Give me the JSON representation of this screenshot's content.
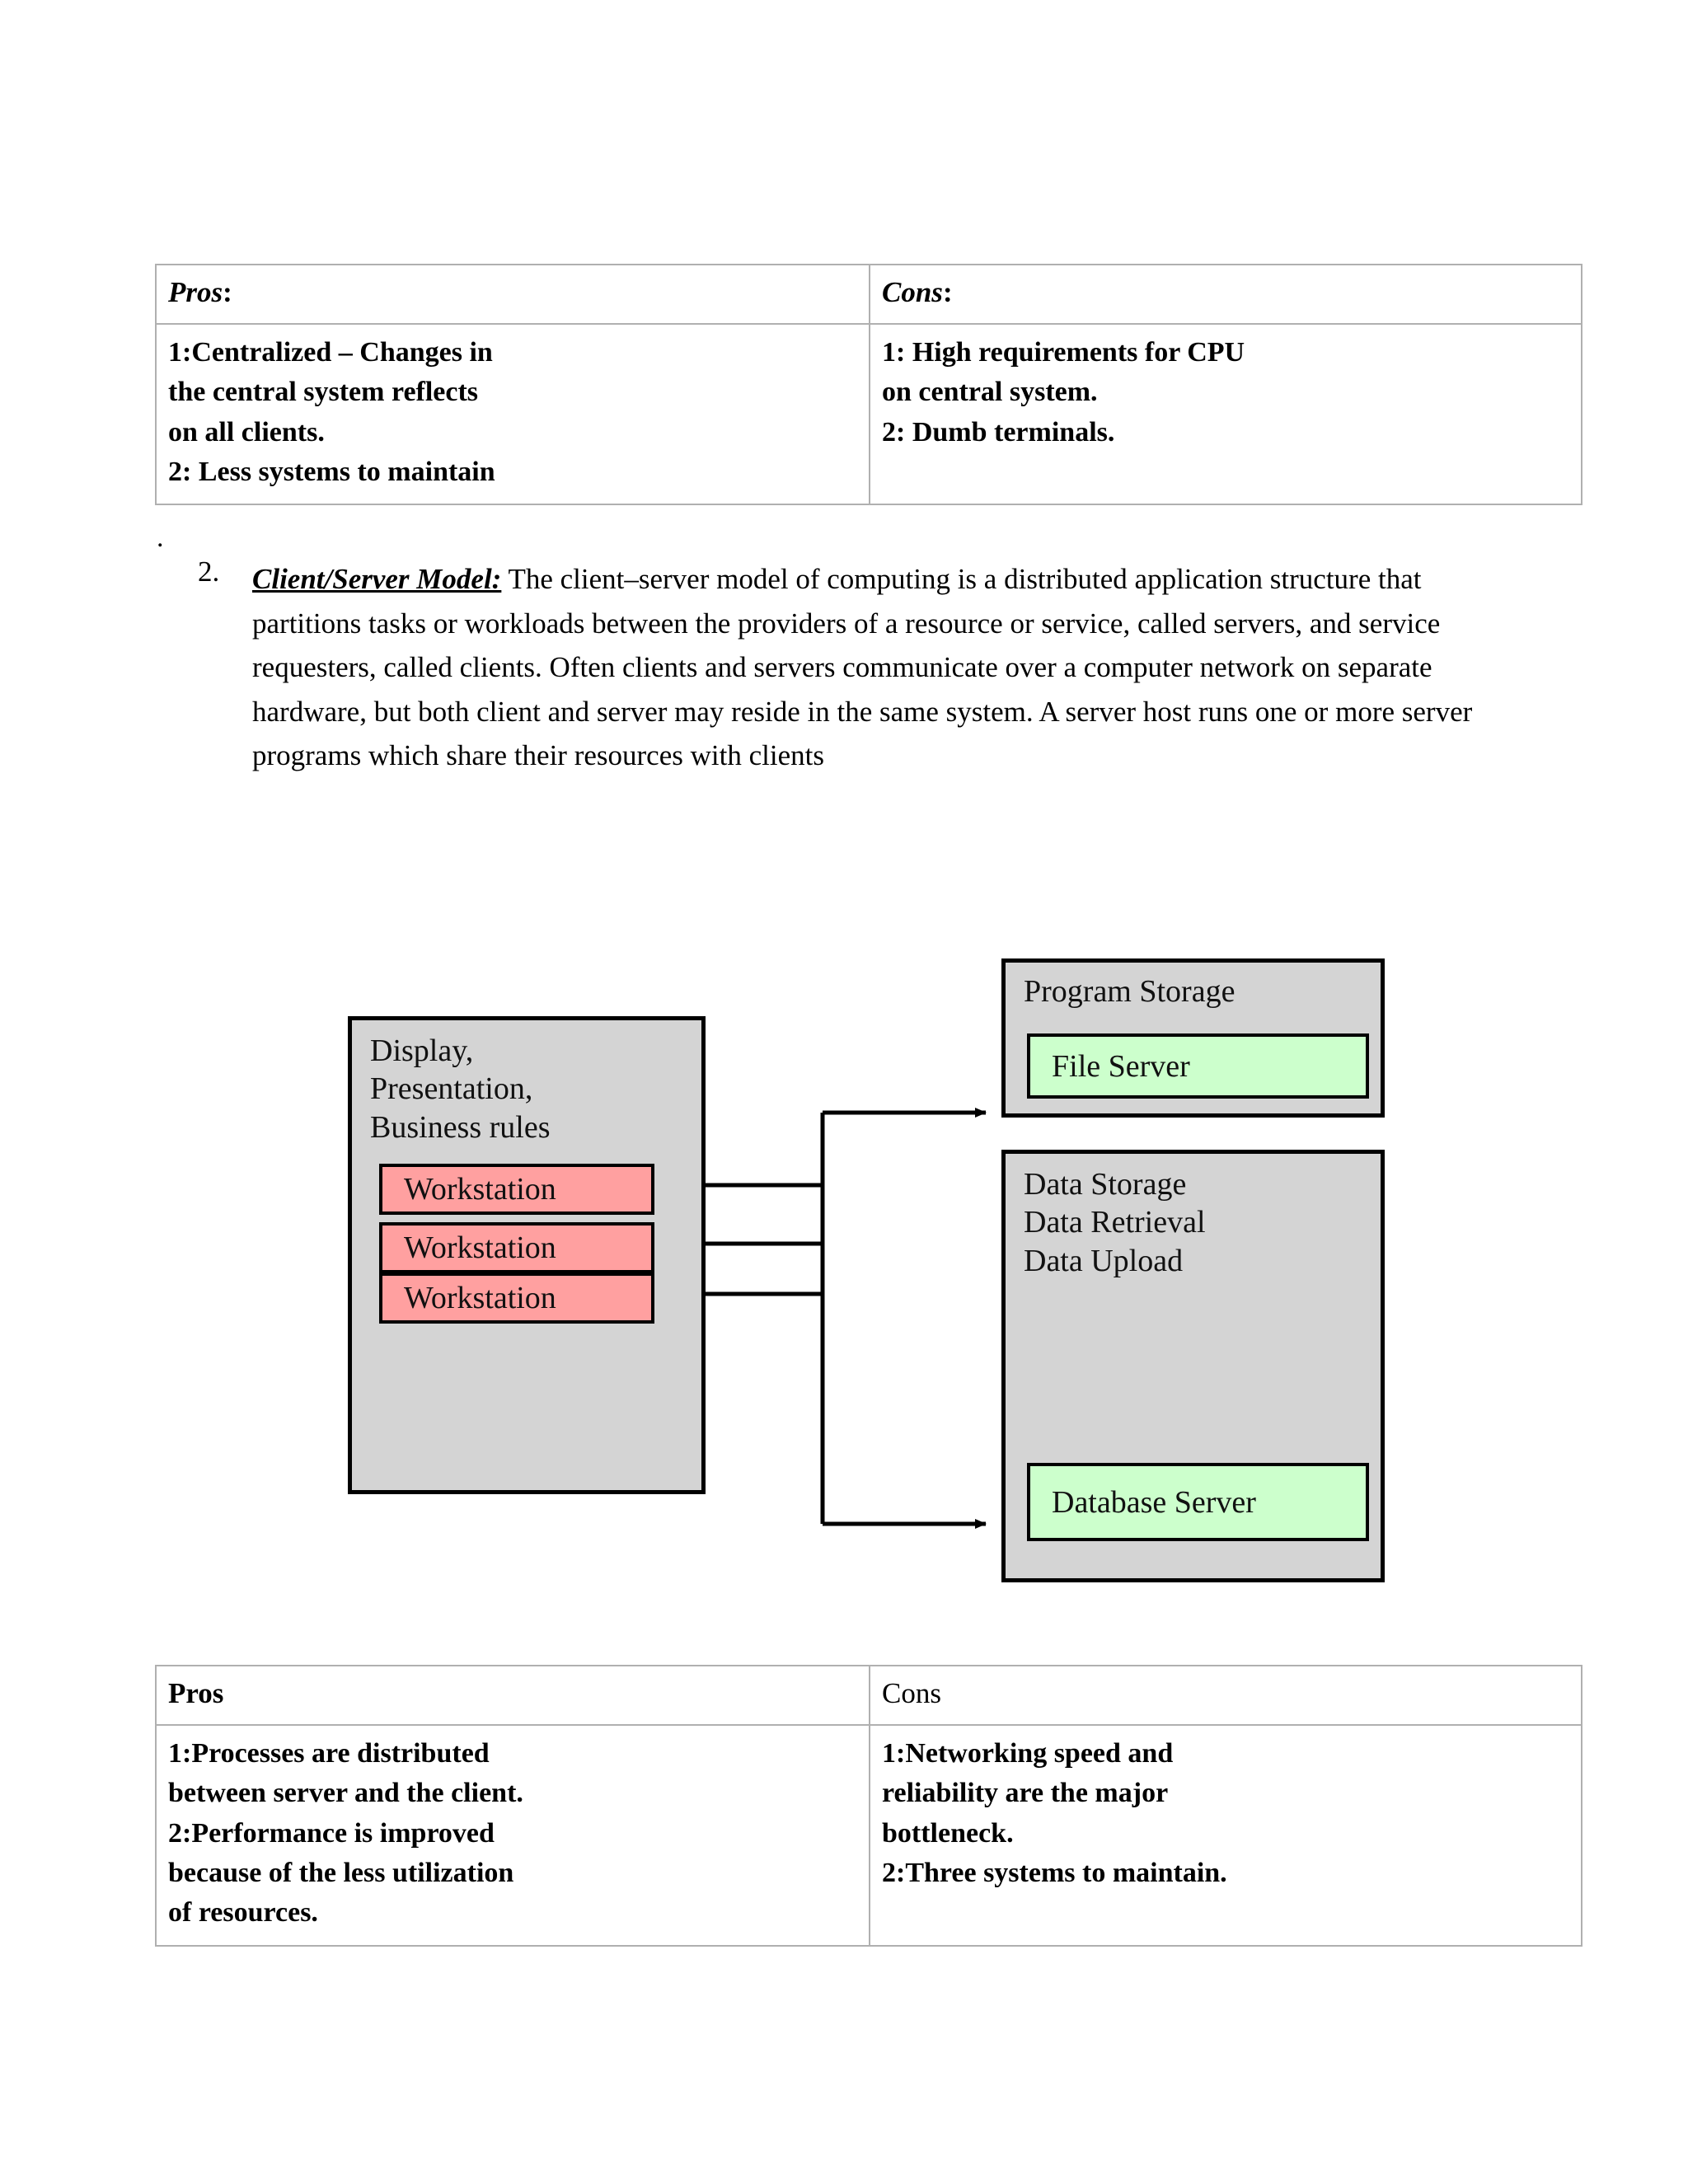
{
  "tables": {
    "centralized": {
      "header": {
        "pros": "Pros",
        "pros_colon": ":",
        "cons": "Cons",
        "cons_colon": ":"
      },
      "pros_lines": [
        "1:Centralized – Changes in",
        "the central system reflects",
        "on all clients.",
        "2: Less systems to maintain"
      ],
      "cons_lines": [
        "1: High requirements for CPU",
        "on central system.",
        "2: Dumb terminals."
      ]
    },
    "clientserver": {
      "header": {
        "pros": "Pros",
        "cons": "Cons"
      },
      "pros_lines": [
        "1:Processes are distributed",
        "between server and the client.",
        "2:Performance is improved",
        "because of the less utilization",
        "of resources."
      ],
      "cons_lines": [
        "1:Networking speed and",
        "reliability are the major",
        "bottleneck.",
        "2:Three systems to maintain."
      ]
    }
  },
  "stray_mark": ".",
  "paragraph": {
    "number": "2.",
    "lead": "Client/Server Model:",
    "text": " The client–server model of computing is a distributed application structure that partitions tasks or workloads between the providers of a resource or service, called servers, and service requesters, called clients. Often clients and servers communicate over a computer network on separate hardware, but both client and server may reside in the same system. A server host runs one or more server programs which share their resources with clients"
  },
  "diagram": {
    "client_panel": {
      "caption": "Display,\nPresentation,\nBusiness rules",
      "nodes": [
        {
          "label": "Workstation"
        },
        {
          "label": "Workstation"
        },
        {
          "label": "Workstation"
        }
      ]
    },
    "program_panel": {
      "caption": "Program Storage",
      "node": {
        "label": "File Server"
      }
    },
    "data_panel": {
      "caption": "Data Storage\nData Retrieval\nData Upload",
      "node": {
        "label": "Database Server"
      }
    },
    "colors": {
      "panel_fill": "#d4d4d4",
      "workstation_fill": "#ffa0a0",
      "server_fill": "#ccffcc",
      "stroke": "#000000"
    }
  }
}
